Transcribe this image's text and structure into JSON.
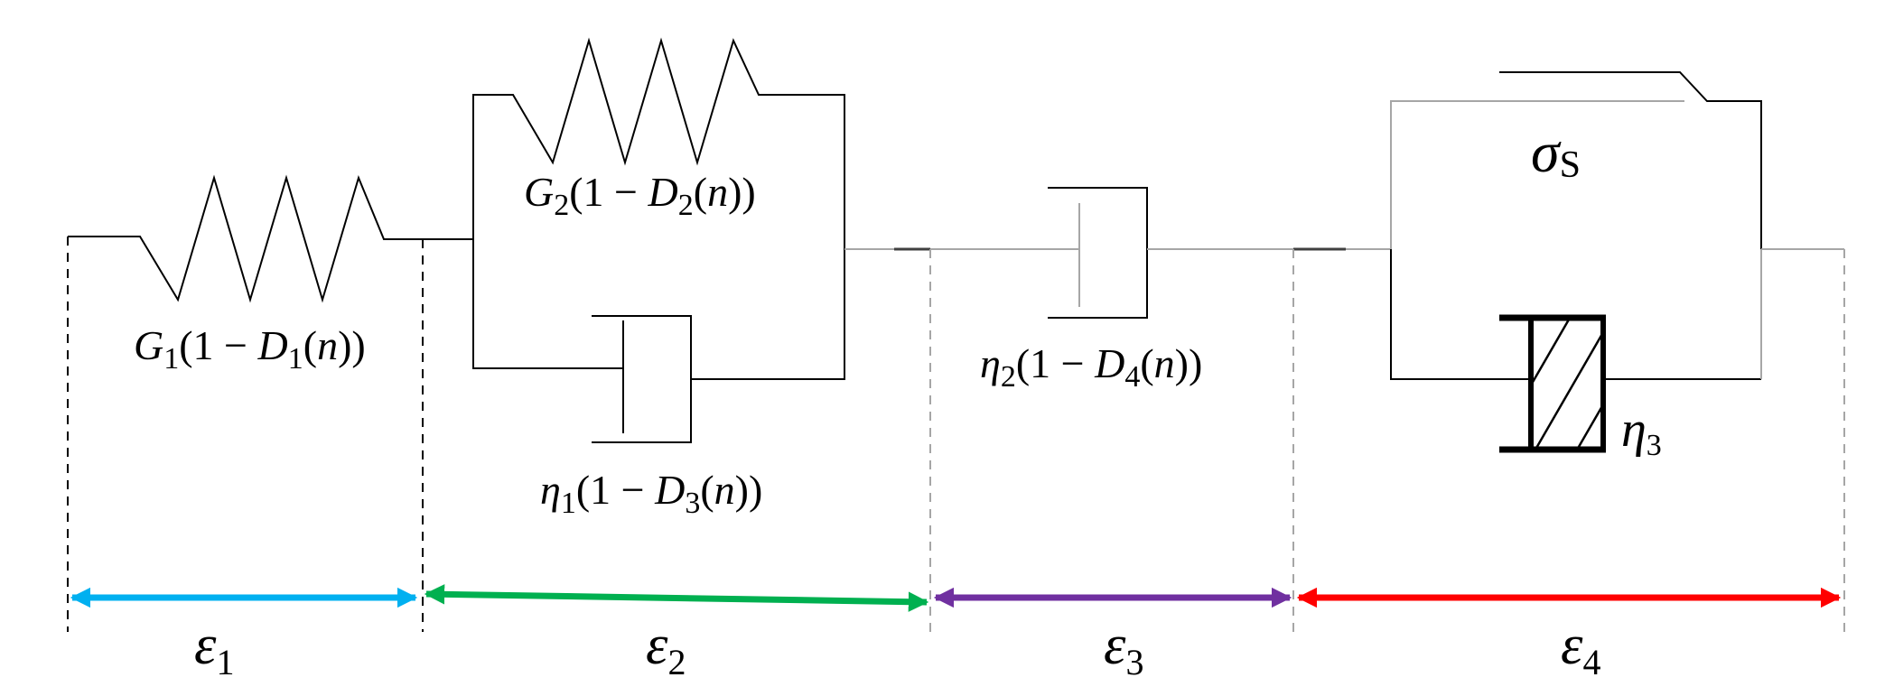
{
  "colors": {
    "eps1": "#00b0f0",
    "eps2": "#00b050",
    "eps3": "#7030a0",
    "eps4": "#ff0000",
    "wire_dark": "#000000",
    "wire_gray": "#a6a6a6"
  },
  "labels": {
    "g1": {
      "sym": "G",
      "sub1": "1",
      "mid": "(1 − ",
      "d": "D",
      "sub2": "1",
      "arg": "(",
      "n": "n",
      "end": "))"
    },
    "g2": {
      "sym": "G",
      "sub1": "2",
      "mid": "(1 − ",
      "d": "D",
      "sub2": "2",
      "arg": "(",
      "n": "n",
      "end": "))"
    },
    "eta1": {
      "sym": "η",
      "sub1": "1",
      "mid": "(1 − ",
      "d": "D",
      "sub2": "3",
      "arg": "(",
      "n": "n",
      "end": "))"
    },
    "eta2": {
      "sym": "η",
      "sub1": "2",
      "mid": "(1 − ",
      "d": "D",
      "sub2": "4",
      "arg": "(",
      "n": "n",
      "end": "))"
    },
    "eta3": {
      "sym": "η",
      "sub1": "3"
    },
    "sigma_s": {
      "sym": "σ",
      "sub1": "S"
    }
  },
  "strains": [
    {
      "sym": "ε",
      "sub": "1"
    },
    {
      "sym": "ε",
      "sub": "2"
    },
    {
      "sym": "ε",
      "sub": "3"
    },
    {
      "sym": "ε",
      "sub": "4"
    }
  ]
}
